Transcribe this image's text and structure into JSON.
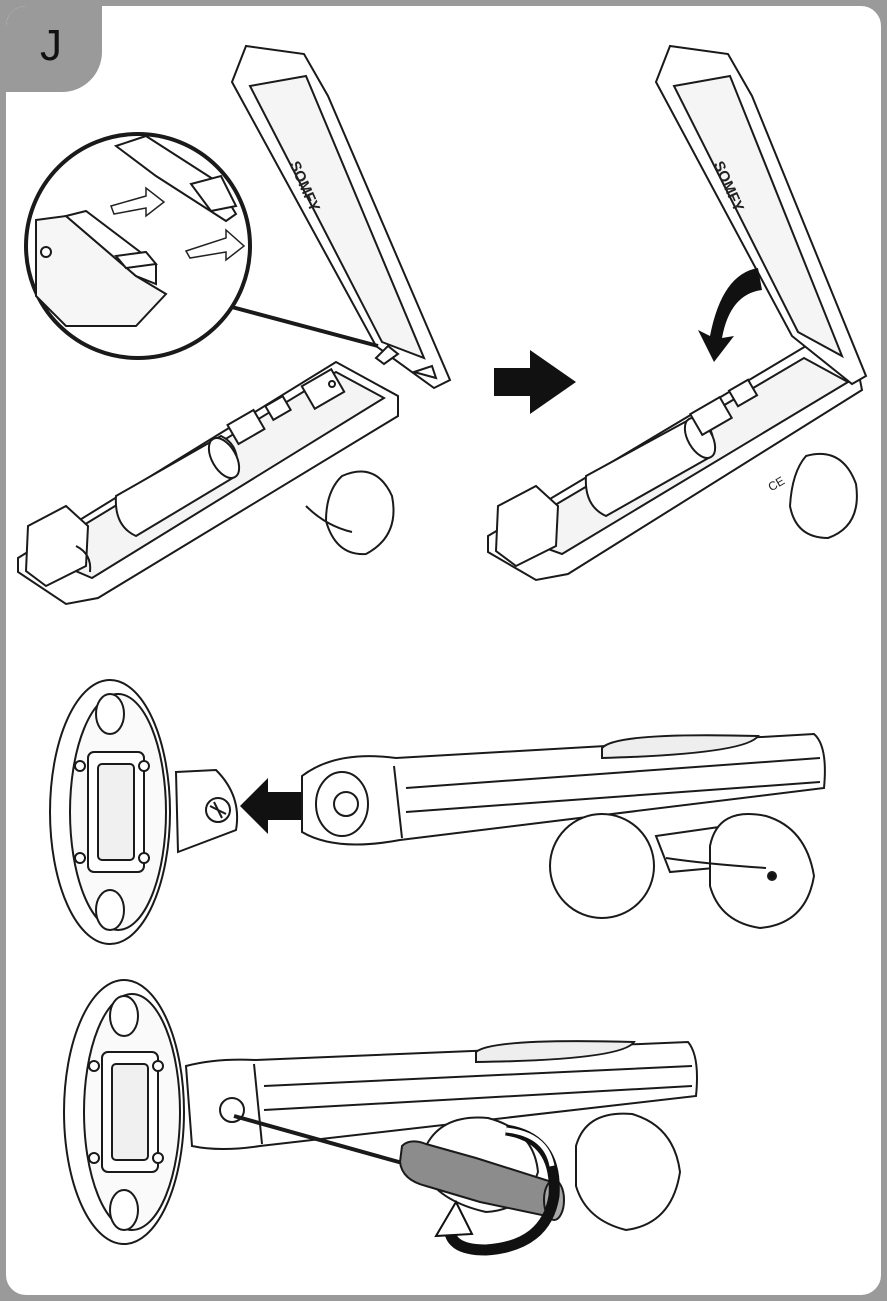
{
  "step": {
    "letter": "J"
  },
  "device": {
    "logo_text": "SOMFY",
    "ce_mark": "CE"
  },
  "colors": {
    "frame": "#9a9a9a",
    "background": "#ffffff",
    "line": "#1a1a1a",
    "screwdriver_handle": "#8c8c8c",
    "arrow_fill": "#111111"
  }
}
